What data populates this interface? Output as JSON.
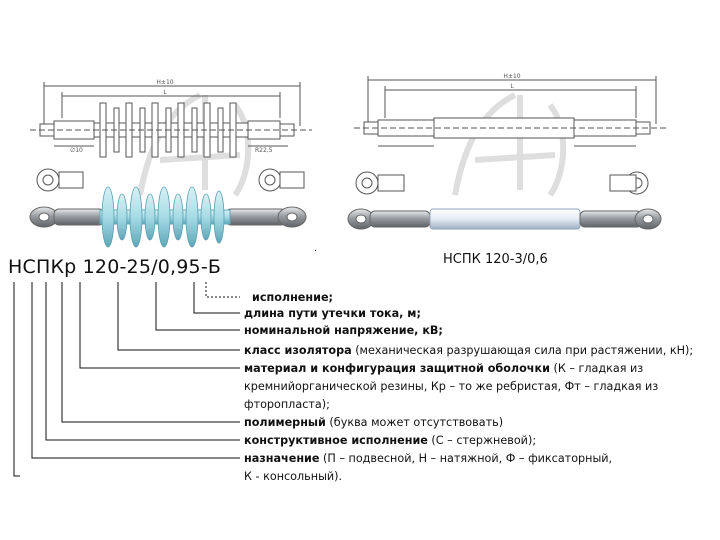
{
  "left_designation": "НСПКр 120-25/0,95-Б",
  "right_designation": "НСПК 120-3/0,6",
  "right_dot": "·",
  "drawing_labels": {
    "overall_length": "H±10",
    "length_l": "L",
    "dim_d10": "∅10",
    "dim_r225": "R22,5",
    "right_overall_length": "H±10",
    "right_length_l": "L"
  },
  "legend": [
    {
      "term": "исполнение;",
      "note": ""
    },
    {
      "term": "длина пути утечки тока, м;",
      "note": ""
    },
    {
      "term": "номинальной напряжение, кВ;",
      "note": ""
    },
    {
      "term": "класс изолятора",
      "note": " (механическая разрушающая сила при растяжении, кН);"
    },
    {
      "term": "материал и конфигурация защитной оболочки",
      "note": " (К – гладкая из"
    },
    {
      "term": "",
      "note": "кремнийорганической резины, Кр – то же ребристая, Фт – гладкая из"
    },
    {
      "term": "",
      "note": "фторопласта);"
    },
    {
      "term": "полимерный",
      "note": " (буква может отсутствовать)"
    },
    {
      "term": "конструктивное исполнение",
      "note": " (С – стержневой);"
    },
    {
      "term": "назначение",
      "note": " (П – подвесной, Н – натяжной, Ф – фиксаторный,"
    },
    {
      "term": "",
      "note": "К - консольный)."
    }
  ],
  "colors": {
    "line": "#111111",
    "drawing": "#555555",
    "shed": "#a8dce6",
    "shed_dark": "#6fb8c8",
    "metal": "#b5b8bc",
    "rod_white": "#eef3f8",
    "watermark": "#d9d9d9"
  }
}
